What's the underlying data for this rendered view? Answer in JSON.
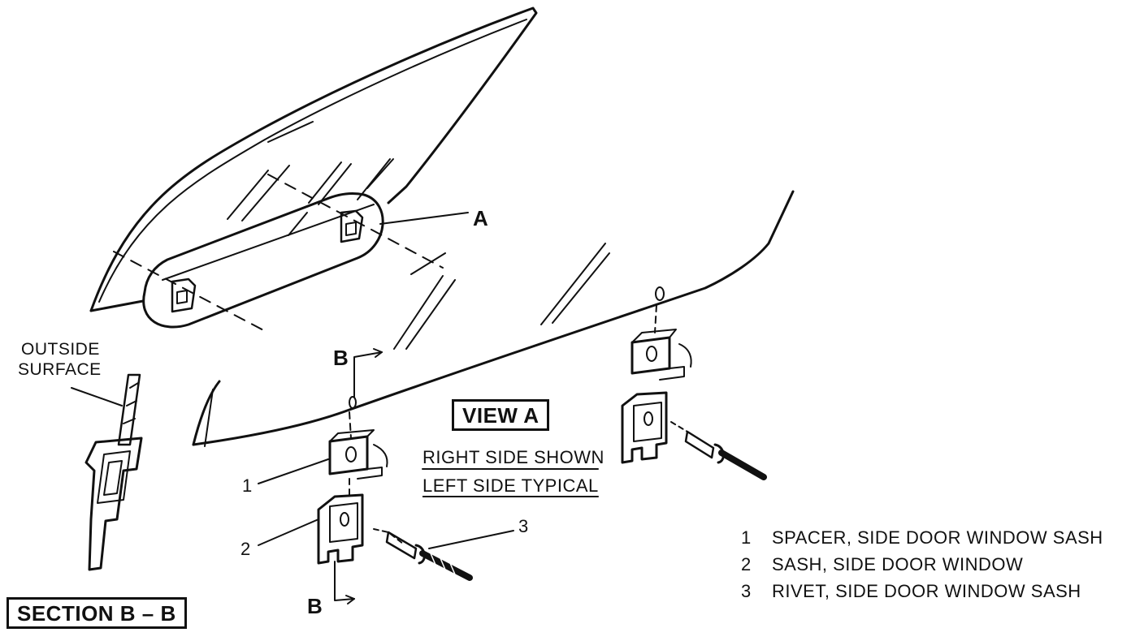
{
  "labels": {
    "view_a": "VIEW A",
    "right_side": "RIGHT SIDE SHOWN",
    "left_side": "LEFT SIDE TYPICAL",
    "section": "SECTION B – B",
    "outside_1": "OUTSIDE",
    "outside_2": "SURFACE",
    "callout_a": "A",
    "callout_b_top": "B",
    "callout_b_bottom": "B",
    "callout_1": "1",
    "callout_2": "2",
    "callout_3": "3"
  },
  "legend": [
    {
      "num": "1",
      "text": "SPACER, SIDE DOOR WINDOW SASH"
    },
    {
      "num": "2",
      "text": "SASH, SIDE DOOR WINDOW"
    },
    {
      "num": "3",
      "text": "RIVET, SIDE DOOR WINDOW SASH"
    }
  ]
}
